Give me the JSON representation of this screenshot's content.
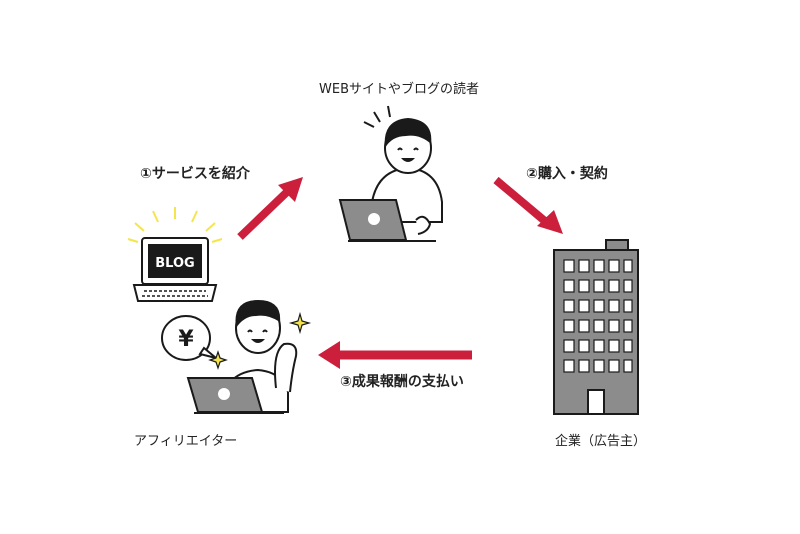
{
  "labels": {
    "reader": "WEBサイトやブログの読者",
    "affiliate": "アフィリエイター",
    "advertiser": "企業（広告主）"
  },
  "steps": {
    "step1": "①サービスを紹介",
    "step2": "②購入・契約",
    "step3": "③成果報酬の支払い"
  },
  "laptop_screen_text": "BLOG",
  "speech_bubble_text": "¥",
  "colors": {
    "arrow": "#cc1f3c",
    "building": "#8c8c8c",
    "sparkle": "#f4e64a",
    "outline": "#1a1a1a"
  }
}
